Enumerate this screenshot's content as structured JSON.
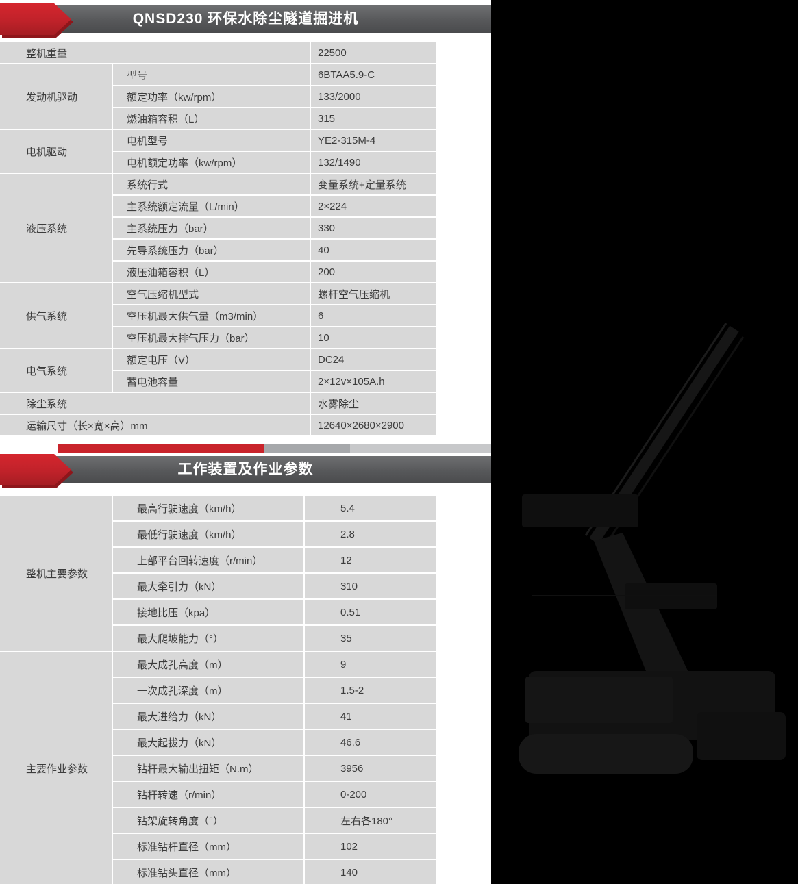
{
  "header1": {
    "title": "QNSD230 环保水除尘隧道掘进机"
  },
  "header2": {
    "title": "工作装置及作业参数"
  },
  "colors": {
    "accent_red": "#c9242b",
    "banner_gray": "#58595b",
    "cell_gray": "#d8d8d8",
    "photo_bg": "#000000"
  },
  "spec_table": {
    "weight": {
      "label": "整机重量",
      "value": "22500"
    },
    "engine": {
      "label": "发动机驱动",
      "rows": [
        {
          "p": "型号",
          "v": "6BTAA5.9-C"
        },
        {
          "p": "额定功率（kw/rpm）",
          "v": "133/2000"
        },
        {
          "p": "燃油箱容积（L）",
          "v": "315"
        }
      ]
    },
    "motor": {
      "label": "电机驱动",
      "rows": [
        {
          "p": "电机型号",
          "v": "YE2-315M-4"
        },
        {
          "p": "电机额定功率（kw/rpm）",
          "v": "132/1490"
        }
      ]
    },
    "hydraulic": {
      "label": "液压系统",
      "rows": [
        {
          "p": "系统行式",
          "v": "变量系统+定量系统"
        },
        {
          "p": "主系统额定流量（L/min）",
          "v": "2×224"
        },
        {
          "p": "主系统压力（bar）",
          "v": "330"
        },
        {
          "p": "先导系统压力（bar）",
          "v": "40"
        },
        {
          "p": "液压油箱容积（L）",
          "v": "200"
        }
      ]
    },
    "air": {
      "label": "供气系统",
      "rows": [
        {
          "p": "空气压缩机型式",
          "v": "螺杆空气压缩机"
        },
        {
          "p": "空压机最大供气量（m3/min）",
          "v": "6"
        },
        {
          "p": "空压机最大排气压力（bar）",
          "v": "10"
        }
      ]
    },
    "electric": {
      "label": "电气系统",
      "rows": [
        {
          "p": "额定电压（V）",
          "v": "DC24"
        },
        {
          "p": "蓄电池容量",
          "v": "2×12v×105A.h"
        }
      ]
    },
    "dust": {
      "label": "除尘系统",
      "value": "水雾除尘"
    },
    "transport": {
      "label": "运输尺寸（长×宽×高）mm",
      "value": "12640×2680×2900"
    }
  },
  "work_table": {
    "machine": {
      "label": "整机主要参数",
      "rows": [
        {
          "p": "最高行驶速度（km/h）",
          "v": "5.4"
        },
        {
          "p": "最低行驶速度（km/h）",
          "v": "2.8"
        },
        {
          "p": "上部平台回转速度（r/min）",
          "v": "12"
        },
        {
          "p": "最大牵引力（kN）",
          "v": "310"
        },
        {
          "p": "接地比压（kpa）",
          "v": "0.51"
        },
        {
          "p": "最大爬坡能力（°）",
          "v": "35"
        }
      ]
    },
    "operation": {
      "label": "主要作业参数",
      "rows": [
        {
          "p": "最大成孔高度（m）",
          "v": "9"
        },
        {
          "p": "一次成孔深度（m）",
          "v": "1.5-2"
        },
        {
          "p": "最大进给力（kN）",
          "v": "41"
        },
        {
          "p": "最大起拔力（kN）",
          "v": "46.6"
        },
        {
          "p": "钻杆最大输出扭矩（N.m）",
          "v": "3956"
        },
        {
          "p": "钻杆转速（r/min）",
          "v": "0-200"
        },
        {
          "p": "钻架旋转角度（°）",
          "v": "左右各180°"
        },
        {
          "p": "标准钻杆直径（mm）",
          "v": "102"
        },
        {
          "p": "标准钻头直径（mm）",
          "v": "140"
        }
      ]
    }
  }
}
